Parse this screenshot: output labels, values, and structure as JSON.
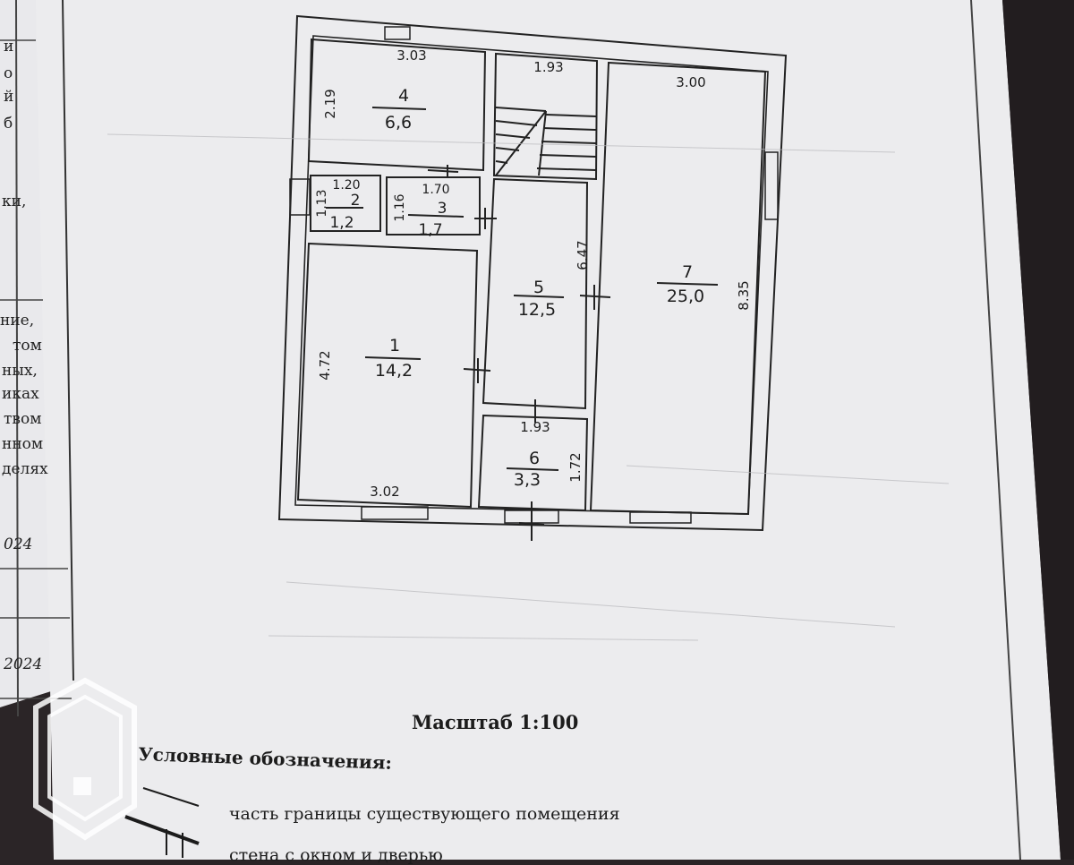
{
  "plan": {
    "rooms": [
      {
        "id": "room-1",
        "number": "1",
        "area": "14,2"
      },
      {
        "id": "room-2",
        "number": "2",
        "area": "1,2"
      },
      {
        "id": "room-3",
        "number": "3",
        "area": "1,7"
      },
      {
        "id": "room-4",
        "number": "4",
        "area": "6,6"
      },
      {
        "id": "room-5",
        "number": "5",
        "area": "12,5"
      },
      {
        "id": "room-6",
        "number": "6",
        "area": "3,3"
      },
      {
        "id": "room-7",
        "number": "7",
        "area": "25,0"
      }
    ],
    "dimensions": [
      "3.03",
      "2.19",
      "1.93",
      "3.00",
      "1.20",
      "1.13",
      "1.70",
      "1.16",
      "6.47",
      "8.35",
      "4.72",
      "1.93",
      "1.72",
      "3.02"
    ]
  },
  "scale_label": "Масштаб  1:100",
  "legend": {
    "title": "Условные обозначения:",
    "items": [
      "часть границы существующего помещения",
      "стена с окном и дверью"
    ]
  },
  "left_page": {
    "fragments": [
      "и",
      "о",
      "й",
      "б",
      "ки,",
      "ние,",
      "том",
      "ных,",
      "иках",
      "твом",
      "нном",
      "делях",
      "024",
      "2024"
    ]
  }
}
